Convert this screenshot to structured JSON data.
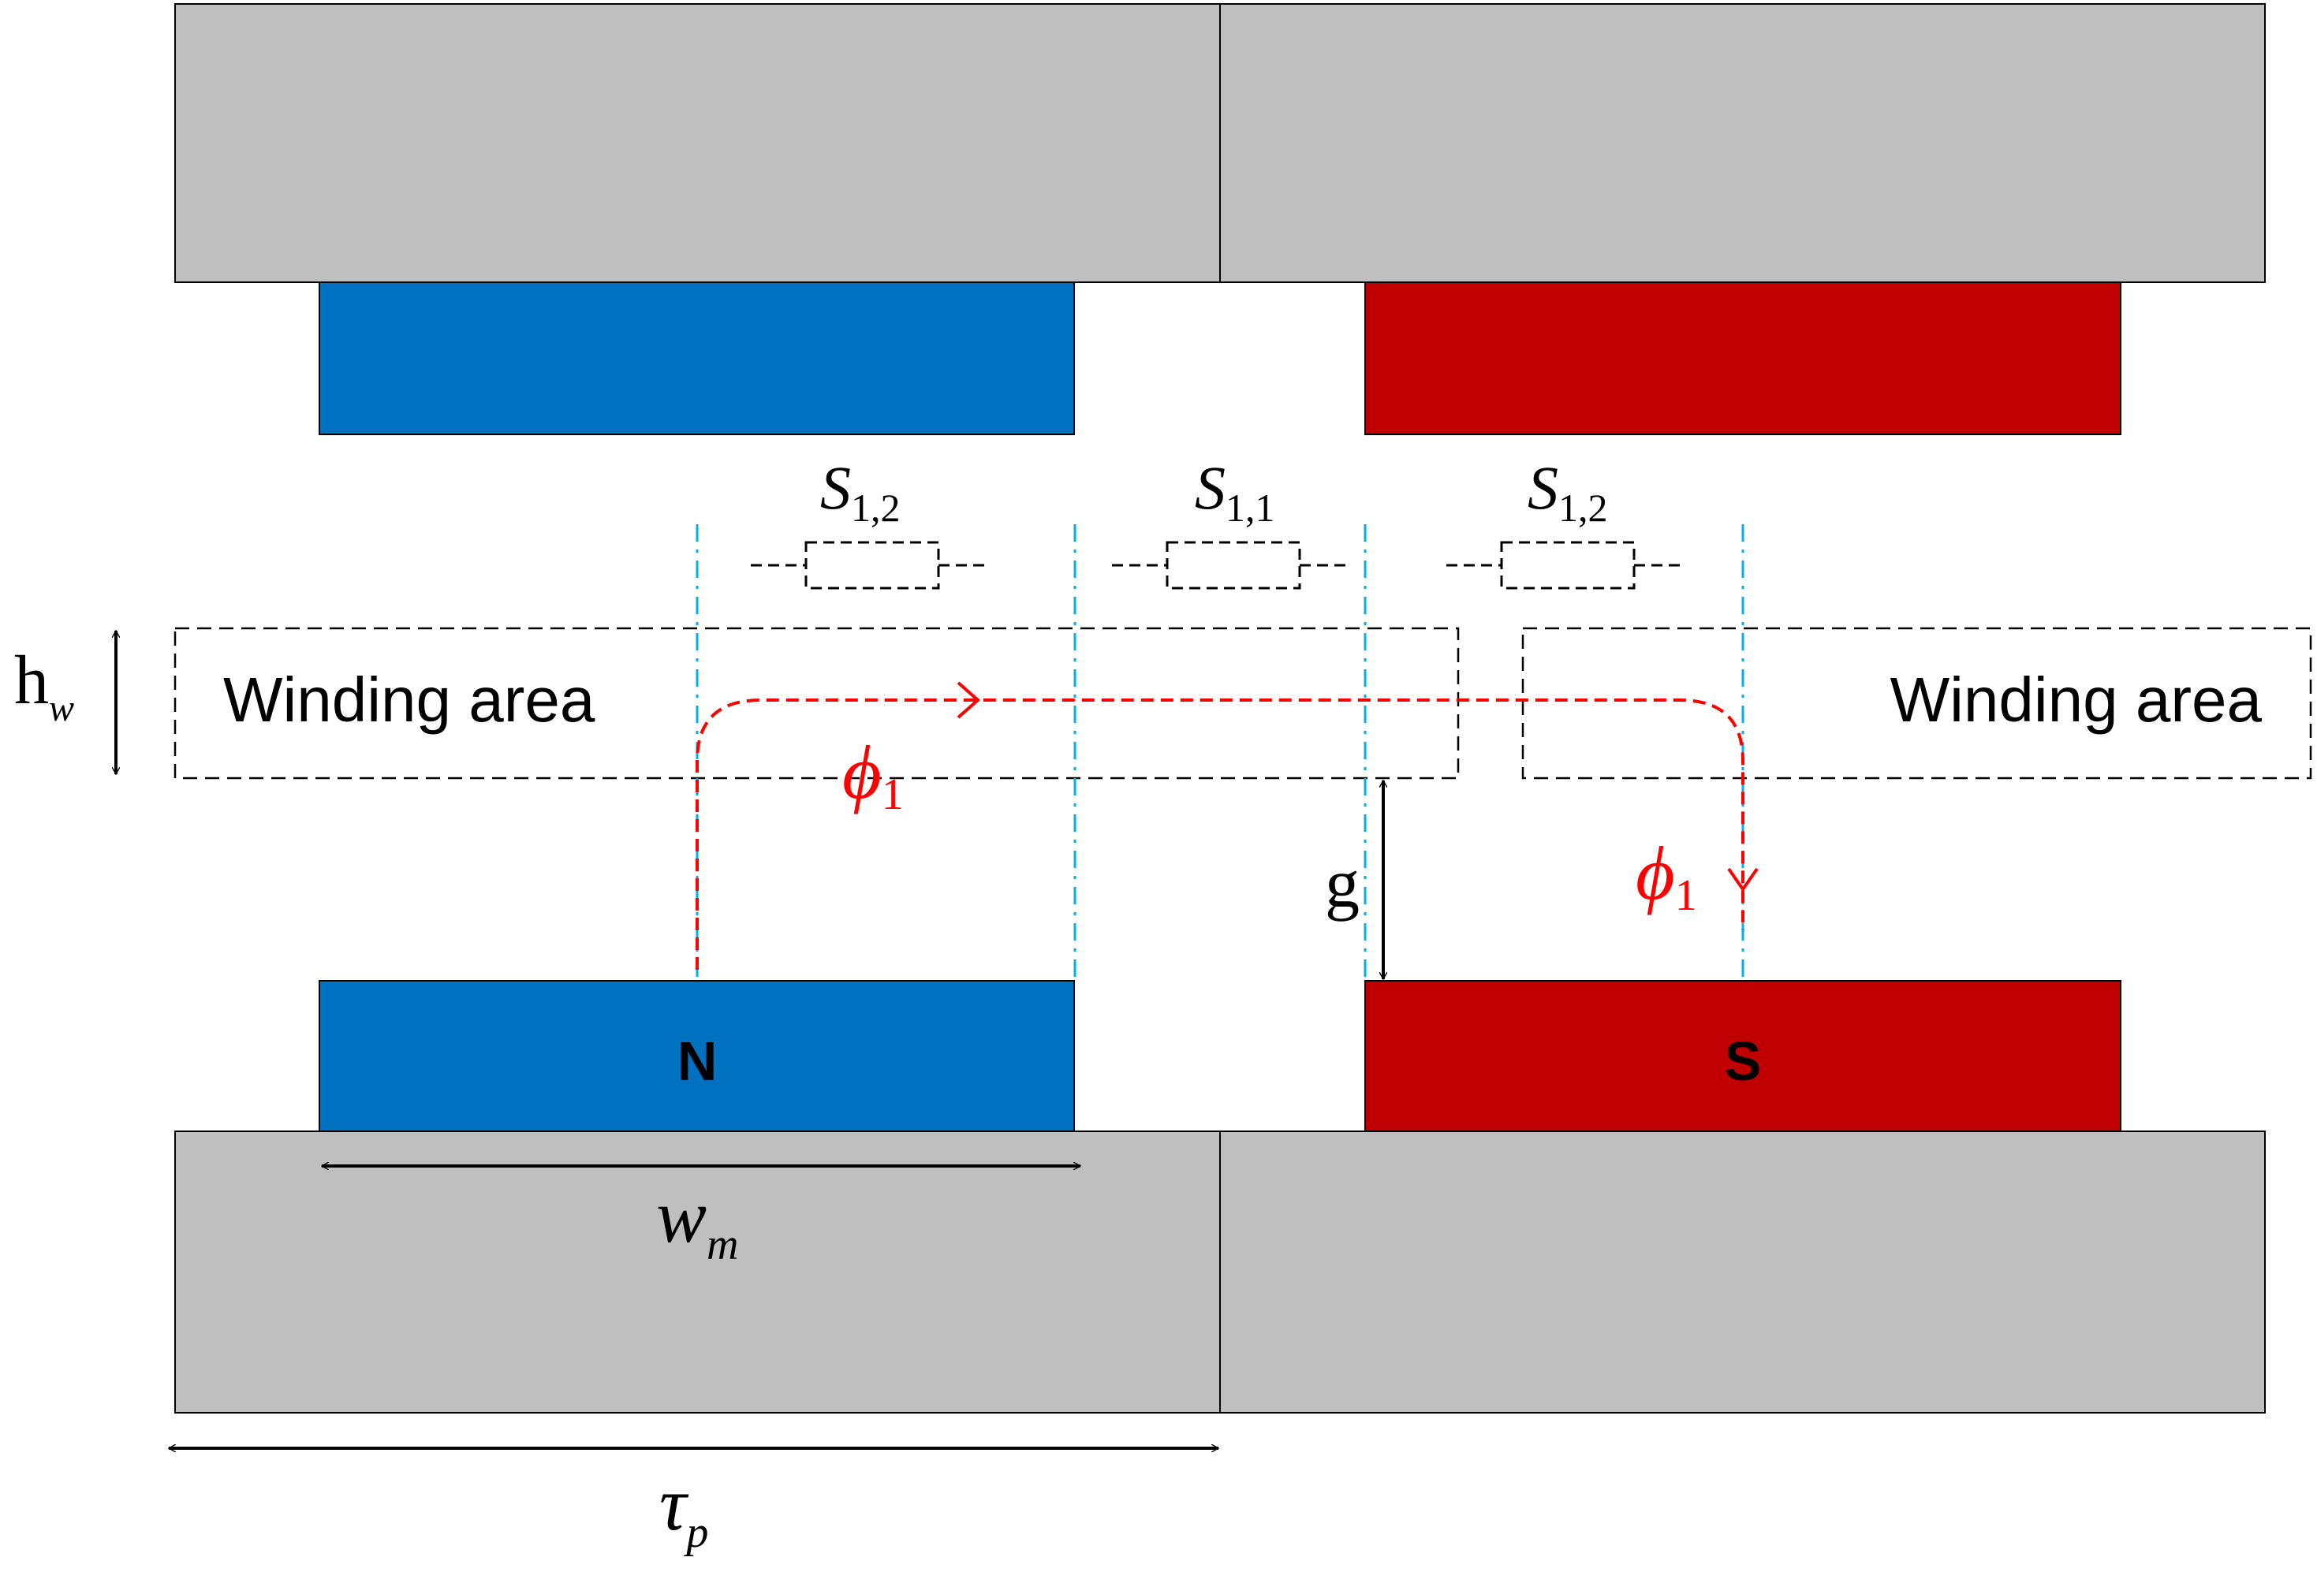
{
  "colors": {
    "iron": "#bfbfbf",
    "magnet_n": "#0070c0",
    "magnet_s": "#c00000",
    "flux": "#ff0000",
    "guide": "#00b0f0",
    "outline": "#000000"
  },
  "magnets": {
    "n_label": "N",
    "s_label": "S"
  },
  "winding": {
    "left_label": "Winding area",
    "right_label": "Winding area"
  },
  "resistors": [
    {
      "main": "S",
      "sub": "1,2"
    },
    {
      "main": "S",
      "sub": "1,1"
    },
    {
      "main": "S",
      "sub": "1,2"
    }
  ],
  "dimensions": {
    "hw_main": "h",
    "hw_sub": "w",
    "gap": "g",
    "wm_main": "w",
    "wm_sub": "m",
    "tau_main": "τ",
    "tau_sub": "p"
  },
  "flux": {
    "symbol": "ϕ",
    "sub": "1"
  }
}
